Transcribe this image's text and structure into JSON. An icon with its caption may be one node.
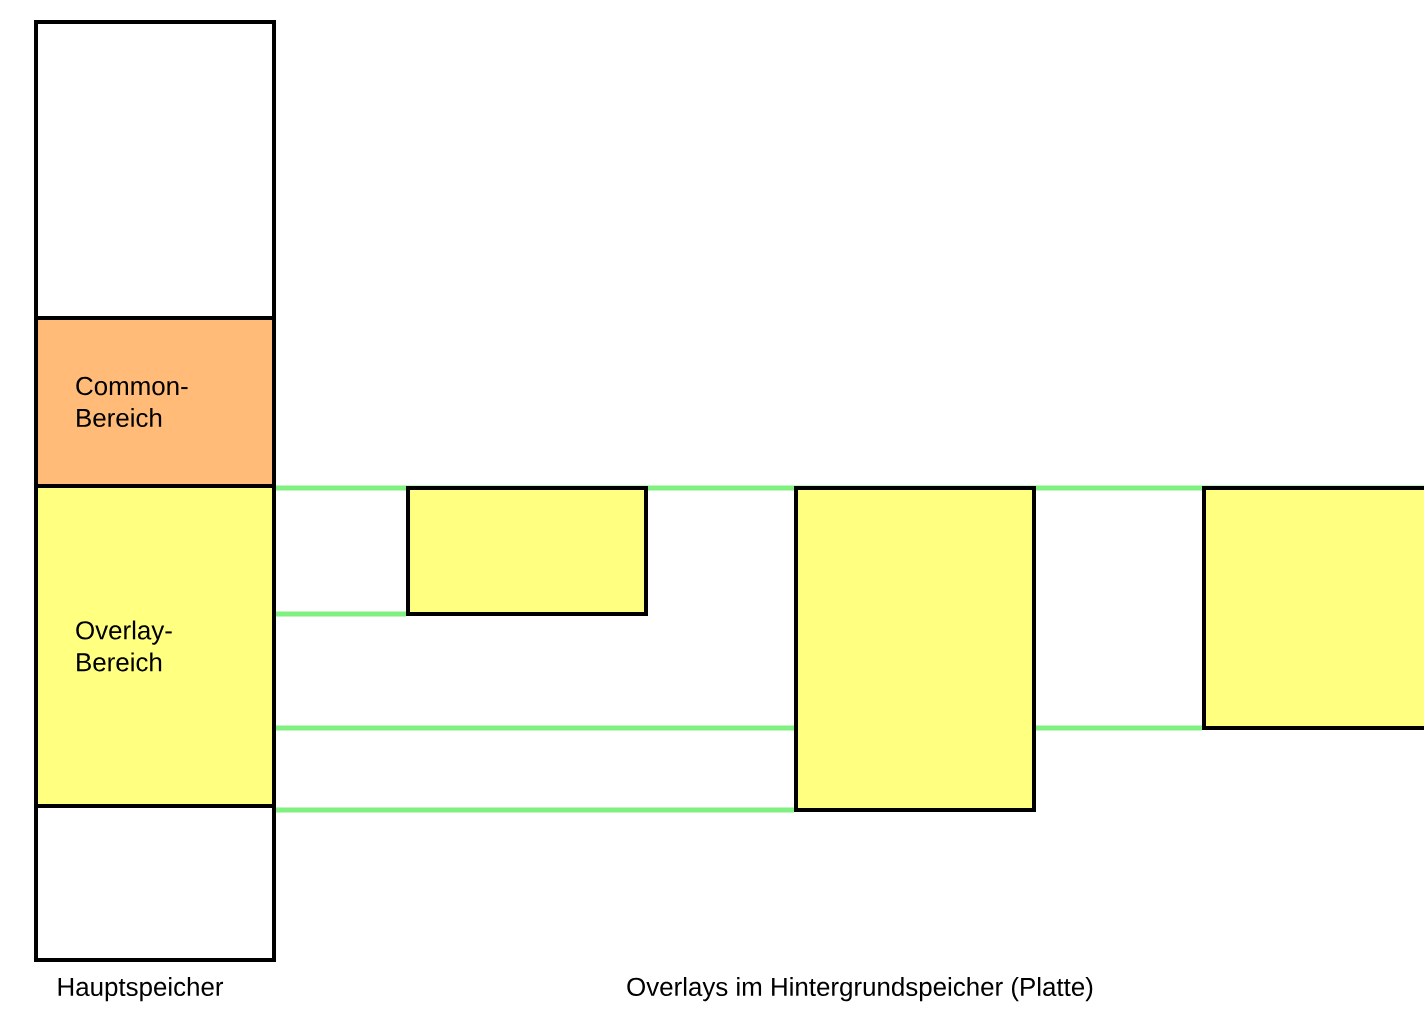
{
  "diagram": {
    "nodes": [
      {
        "text": [],
        "shape": "box"
      },
      {
        "text": [
          "Common-Bereich"
        ]
      },
      {
        "text": [
          "Overlay-Bereich"
        ]
      },
      {
        "text": [],
        "shape": "box"
      },
      {
        "text": [],
        "shape": "box"
      },
      {
        "text": [],
        "shape": "box"
      },
      {
        "text": [],
        "shape": "box"
      }
    ],
    "edges": [
      {
        "from": 2,
        "to": 4,
        "arrow": "none"
      },
      {
        "from": 2,
        "to": 5,
        "arrow": "none"
      },
      {
        "from": 5,
        "to": 6,
        "arrow": "none"
      },
      {
        "from": 2,
        "to": 5,
        "arrow": "none"
      }
    ],
    "labels": [
      "Hauptspeicher",
      "Overlays im Hintergrundspeicher (Platte)"
    ]
  }
}
